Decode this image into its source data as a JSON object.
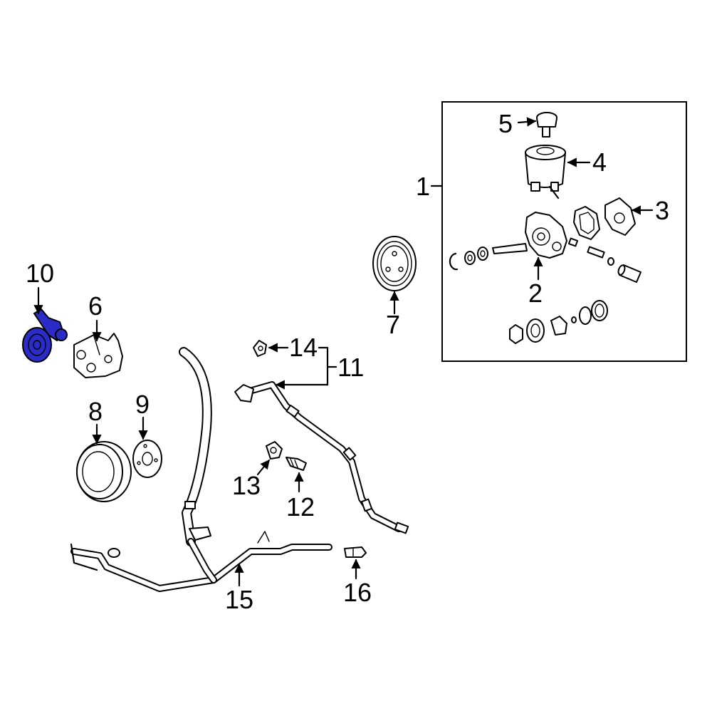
{
  "diagram": {
    "highlight_color": "#2b2bc8",
    "callouts": [
      {
        "id": "1",
        "label": "1"
      },
      {
        "id": "2",
        "label": "2"
      },
      {
        "id": "3",
        "label": "3"
      },
      {
        "id": "4",
        "label": "4"
      },
      {
        "id": "5",
        "label": "5"
      },
      {
        "id": "6",
        "label": "6"
      },
      {
        "id": "7",
        "label": "7"
      },
      {
        "id": "8",
        "label": "8"
      },
      {
        "id": "9",
        "label": "9"
      },
      {
        "id": "10",
        "label": "10"
      },
      {
        "id": "11",
        "label": "11"
      },
      {
        "id": "12",
        "label": "12"
      },
      {
        "id": "13",
        "label": "13"
      },
      {
        "id": "14",
        "label": "14"
      },
      {
        "id": "15",
        "label": "15"
      },
      {
        "id": "16",
        "label": "16"
      }
    ]
  }
}
